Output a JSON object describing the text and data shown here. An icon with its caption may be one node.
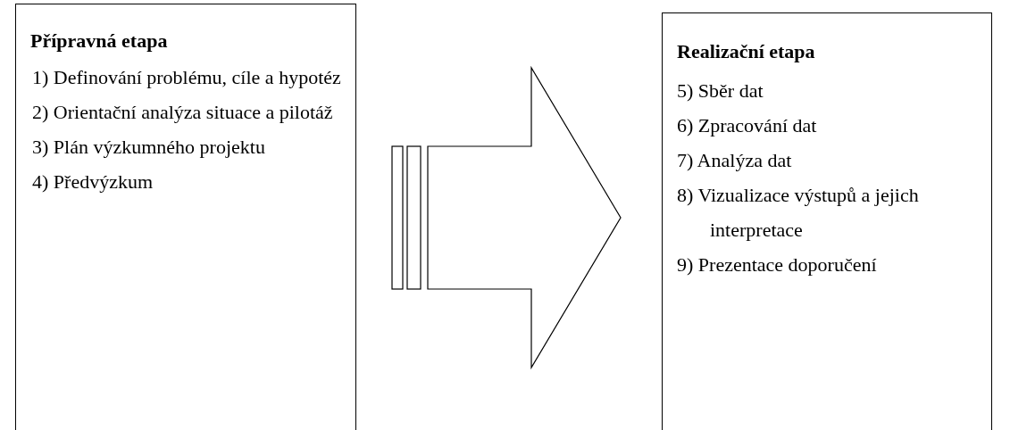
{
  "diagram": {
    "nodes": [
      {
        "text": [
          "Přípravná etapa",
          "1) Definování problému, cíle a hypotéz",
          "2) Orientační analýza situace a pilotáž",
          "3) Plán výzkumného projektu",
          "4) Předvýzkum"
        ]
      },
      {
        "text": [
          "Realizační etapa",
          "5) Sběr dat",
          "6) Zpracování dat",
          "7) Analýza dat",
          "8) Vizualizace výstupů a jejich interpretace",
          "9) Prezentace doporučení"
        ]
      }
    ],
    "edges": [
      {
        "from": 0,
        "to": 1,
        "arrow": "to"
      }
    ]
  }
}
